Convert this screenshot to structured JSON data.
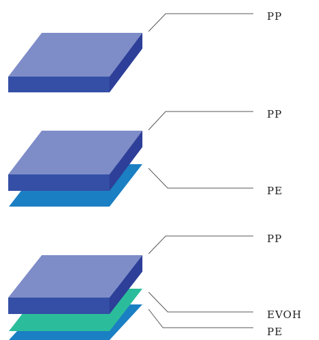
{
  "colors": {
    "pp_top": "#7e8cc8",
    "pp_front": "#344fa5",
    "pp_side": "#2d3f98",
    "pe": "#1b7fc3",
    "evoh": "#2bbd9b",
    "leader_line": "#555555",
    "label_text": "#1e1e1e"
  },
  "diagrams": [
    {
      "layers": [
        "PP"
      ],
      "labels": [
        "PP"
      ]
    },
    {
      "layers": [
        "PE",
        "PP"
      ],
      "labels": [
        "PP",
        "PE"
      ]
    },
    {
      "layers": [
        "PE",
        "EVOH",
        "PP"
      ],
      "labels": [
        "PP",
        "EVOH",
        "PE"
      ]
    }
  ]
}
